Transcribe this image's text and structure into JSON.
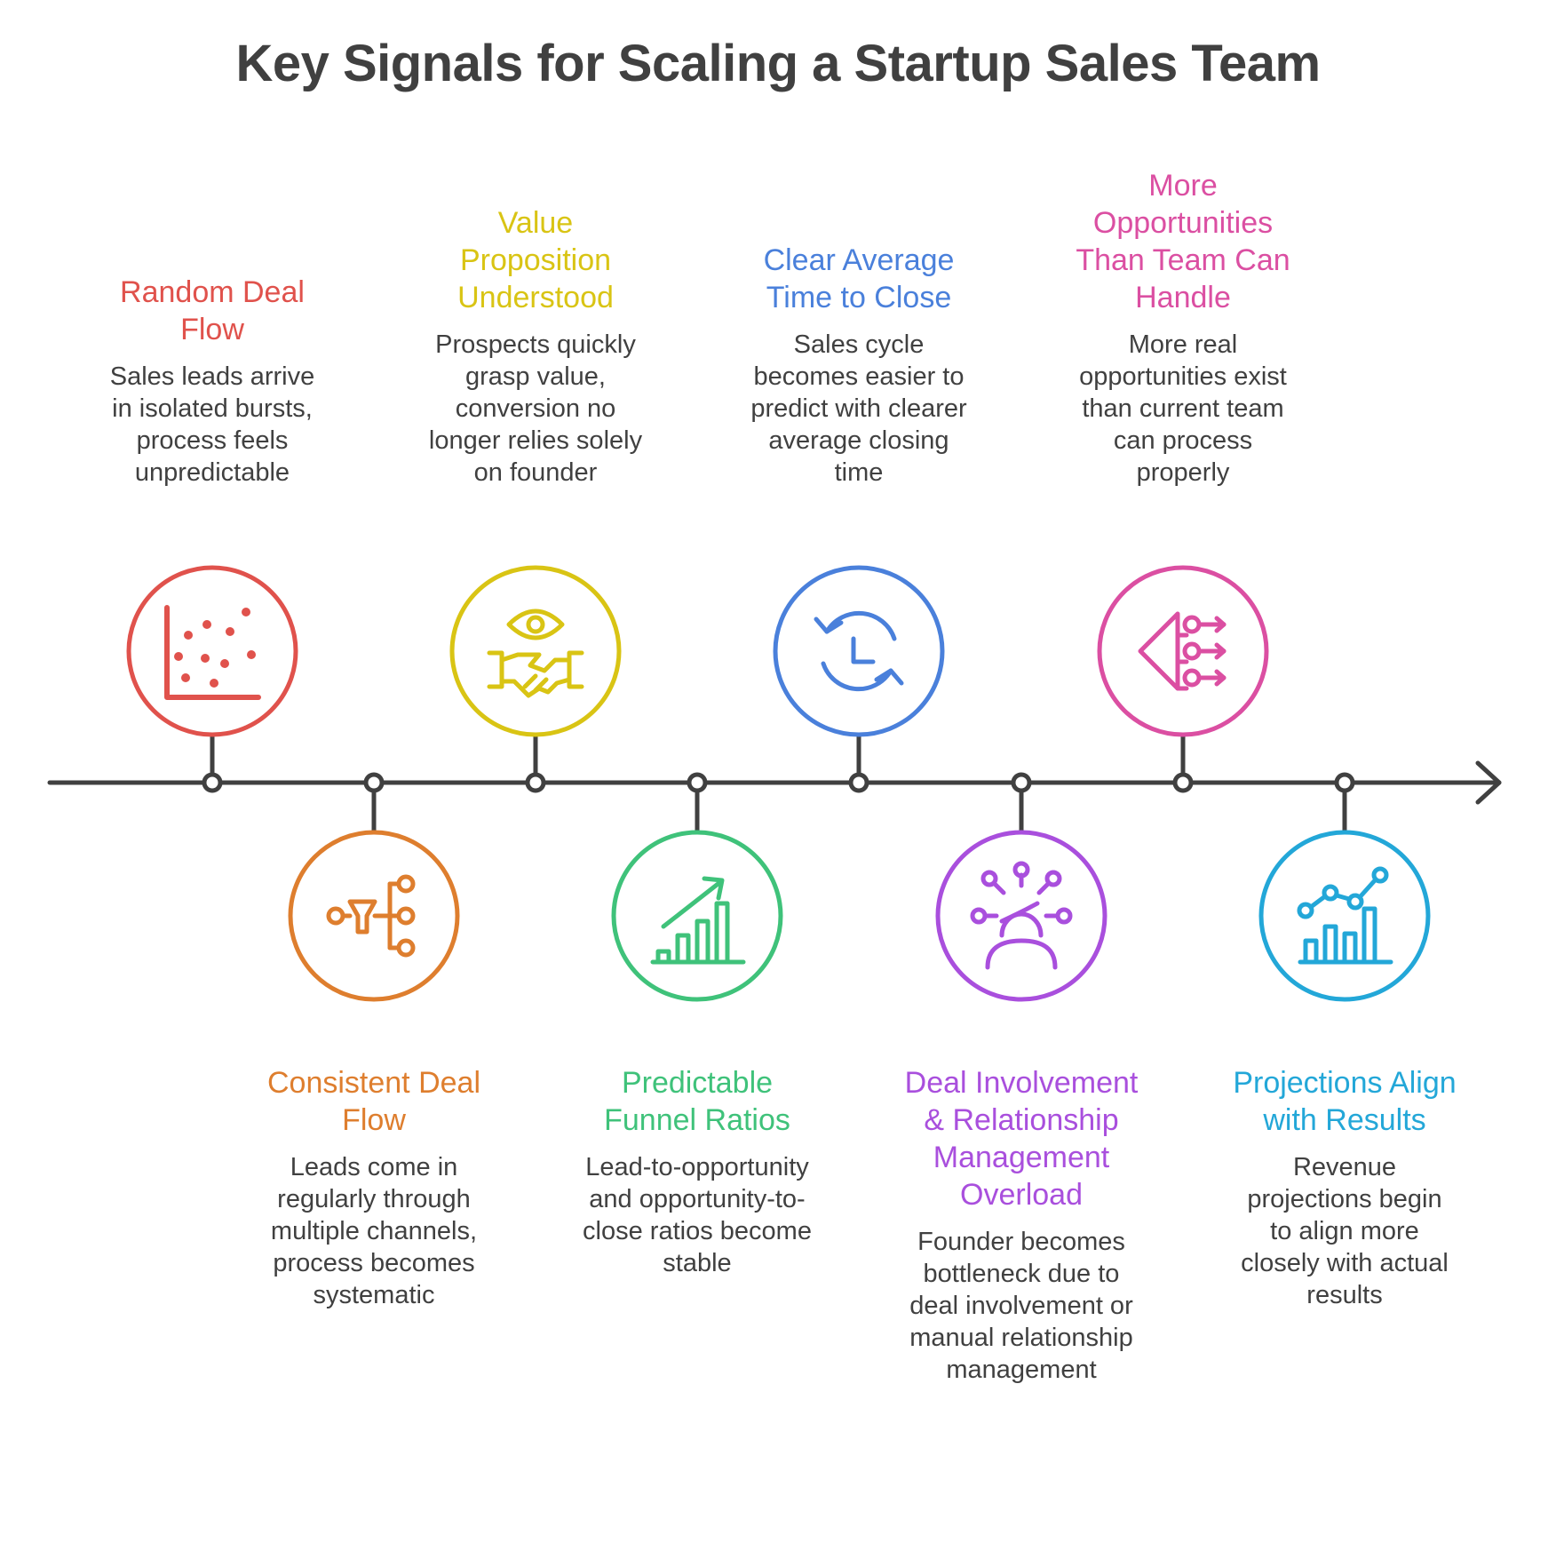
{
  "title": "Key Signals for Scaling a Startup Sales Team",
  "signals": [
    {
      "title": "Random Deal Flow",
      "title_lines": [
        "Random Deal",
        "Flow"
      ],
      "description_lines": [
        "Sales leads arrive",
        "in isolated bursts,",
        "process feels",
        "unpredictable"
      ],
      "color": "#E0524C",
      "icon": "scatter-plot-icon",
      "position": "top"
    },
    {
      "title": "Consistent Deal Flow",
      "title_lines": [
        "Consistent Deal",
        "Flow"
      ],
      "description_lines": [
        "Leads come in",
        "regularly through",
        "multiple channels,",
        "process becomes",
        "systematic"
      ],
      "color": "#DE7E2E",
      "icon": "funnel-network-icon",
      "position": "bottom"
    },
    {
      "title": "Value Proposition Understood",
      "title_lines": [
        "Value",
        "Proposition",
        "Understood"
      ],
      "description_lines": [
        "Prospects quickly",
        "grasp value,",
        "conversion no",
        "longer relies solely",
        "on founder"
      ],
      "color": "#D9C414",
      "icon": "eye-handshake-icon",
      "position": "top"
    },
    {
      "title": "Predictable Funnel Ratios",
      "title_lines": [
        "Predictable",
        "Funnel Ratios"
      ],
      "description_lines": [
        "Lead-to-opportunity",
        "and opportunity-to-",
        "close ratios become",
        "stable"
      ],
      "color": "#3FC27A",
      "icon": "growth-bars-icon",
      "position": "bottom"
    },
    {
      "title": "Clear Average Time to Close",
      "title_lines": [
        "Clear Average",
        "Time to Close"
      ],
      "description_lines": [
        "Sales cycle",
        "becomes easier to",
        "predict with clearer",
        "average closing",
        "time"
      ],
      "color": "#4A80DB",
      "icon": "cycle-clock-icon",
      "position": "top"
    },
    {
      "title": "Deal Involvement & Relationship Management Overload",
      "title_lines": [
        "Deal Involvement",
        "& Relationship",
        "Management",
        "Overload"
      ],
      "description_lines": [
        "Founder becomes",
        "bottleneck due to",
        "deal involvement or",
        "manual relationship",
        "management"
      ],
      "color": "#A94FDD",
      "icon": "overloaded-person-icon",
      "position": "bottom"
    },
    {
      "title": "More Opportunities Than Team Can Handle",
      "title_lines": [
        "More",
        "Opportunities",
        "Than Team Can",
        "Handle"
      ],
      "description_lines": [
        "More real",
        "opportunities exist",
        "than current team",
        "can process",
        "properly"
      ],
      "color": "#DB4FA2",
      "icon": "distribution-arrows-icon",
      "position": "top"
    },
    {
      "title": "Projections Align with Results",
      "title_lines": [
        "Projections Align",
        "with Results"
      ],
      "description_lines": [
        "Revenue",
        "projections begin",
        "to align more",
        "closely with actual",
        "results"
      ],
      "color": "#23A7D8",
      "icon": "trend-bars-icon",
      "position": "bottom"
    }
  ]
}
